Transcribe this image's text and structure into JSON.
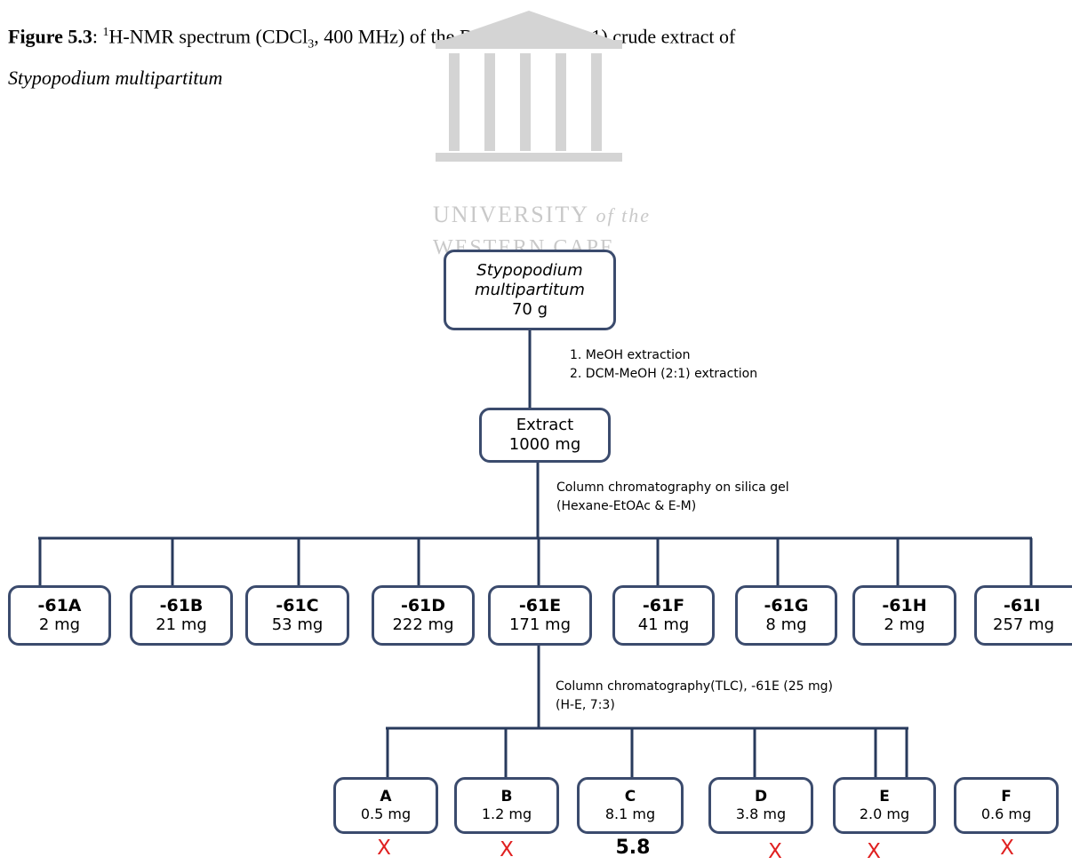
{
  "caption": {
    "label": "Figure 5.3",
    "text_a": ": ",
    "sup1": "1",
    "text_b": "H-NMR spectrum (CDCl",
    "sub3": "3",
    "text_c": ", 400 MHz) of the DCM-MeOH (2:1) crude extract of",
    "species": "Stypopodium multipartitum"
  },
  "watermark": {
    "line1": "UNIVERSITY",
    "line1_suffix": "of the",
    "line2": "WESTERN CAPE"
  },
  "root": {
    "name_line1": "Stypopodium",
    "name_line2": "multipartitum",
    "mass": "70 g"
  },
  "step1": {
    "item1": "1.   MeOH extraction",
    "item2": "2.   DCM-MeOH (2:1) extraction"
  },
  "extract": {
    "name": "Extract",
    "mass": "1000 mg"
  },
  "step2": {
    "line1": "Column chromatography  on silica gel",
    "line2": "(Hexane-EtOAc  & E-M)"
  },
  "fractions": [
    {
      "code": "-61A",
      "mass": "2 mg"
    },
    {
      "code": "-61B",
      "mass": "21 mg"
    },
    {
      "code": "-61C",
      "mass": "53 mg"
    },
    {
      "code": "-61D",
      "mass": "222 mg"
    },
    {
      "code": "-61E",
      "mass": "171 mg"
    },
    {
      "code": "-61F",
      "mass": "41 mg"
    },
    {
      "code": "-61G",
      "mass": "8 mg"
    },
    {
      "code": "-61H",
      "mass": "2 mg"
    },
    {
      "code": "-61I",
      "mass": "257 mg"
    }
  ],
  "step3": {
    "line1": "Column chromatography(TLC),  -61E (25 mg)",
    "line2": "(H-E, 7:3)"
  },
  "subfractions": [
    {
      "code": "A",
      "mass": "0.5 mg",
      "result": "X"
    },
    {
      "code": "B",
      "mass": "1.2 mg",
      "result": "X"
    },
    {
      "code": "C",
      "mass": "8.1 mg",
      "result": "5.8"
    },
    {
      "code": "D",
      "mass": "3.8 mg",
      "result": "X"
    },
    {
      "code": "E",
      "mass": "2.0 mg",
      "result": "X"
    },
    {
      "code": "F",
      "mass": "0.6 mg",
      "result": "X"
    }
  ],
  "colors": {
    "box_border": "#3b4b6d",
    "connector": "#283a5c",
    "reject_mark": "#e02020"
  }
}
